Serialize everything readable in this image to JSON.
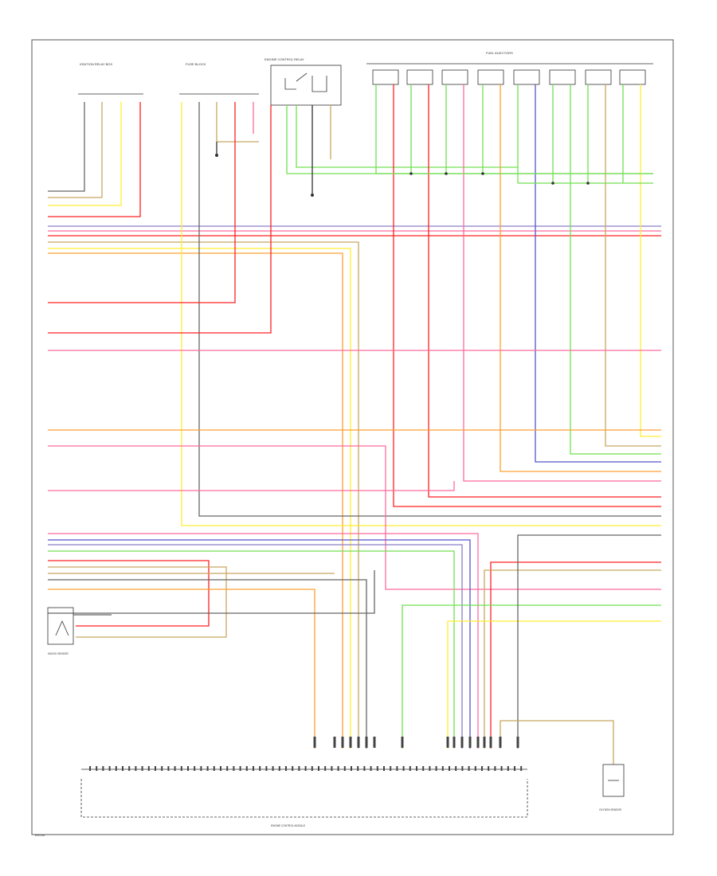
{
  "colors": {
    "red": "#ff2020",
    "pink": "#ff6b9d",
    "yellow": "#ffee33",
    "tan": "#c8a860",
    "orange": "#ffa033",
    "green": "#70e050",
    "blue": "#5555cc",
    "violet": "#8a7ec8",
    "gray": "#666666",
    "black": "#222222",
    "lightgreen": "#9ee878",
    "brown": "#9b6b3c"
  },
  "diagram": {
    "components": [
      {
        "id": "ignition_relay",
        "label": "IGNITION RELAY BOX"
      },
      {
        "id": "fuse_block",
        "label": "FUSE BLOCK"
      },
      {
        "id": "main_relay",
        "label": "ENGINE CONTROL RELAY"
      },
      {
        "id": "injectors",
        "label": "FUEL INJECTORS"
      },
      {
        "id": "ecm",
        "label": "ENGINE CONTROL MODULE"
      },
      {
        "id": "knock_sensor",
        "label": "KNOCK SENSOR"
      },
      {
        "id": "o2_sensor",
        "label": "OXYGEN SENSOR"
      }
    ],
    "page_ref": "E90 N52"
  },
  "icons": {
    "ground": "ground-icon",
    "splice": "splice-dot-icon",
    "connector": "connector-pin-icon"
  }
}
